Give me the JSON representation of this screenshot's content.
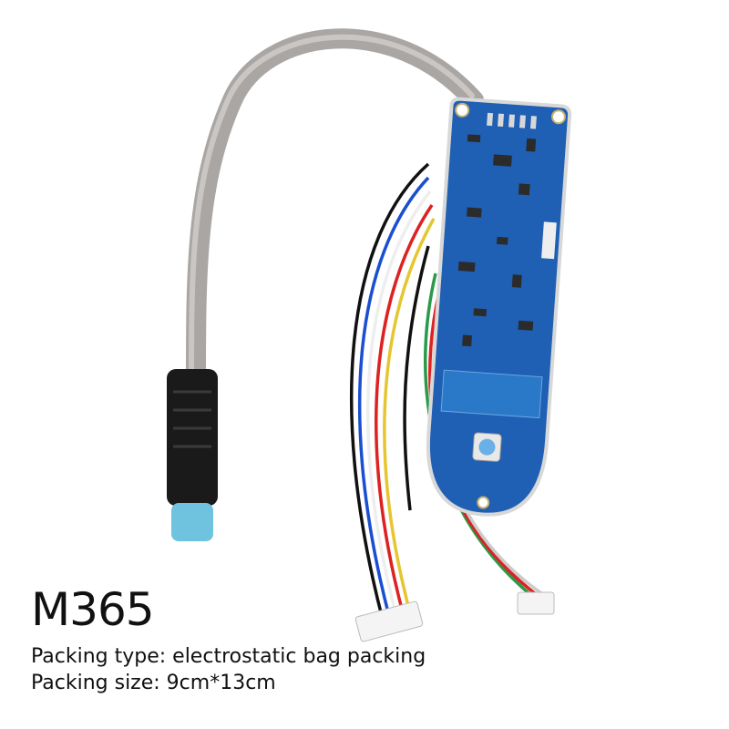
{
  "product": {
    "model": "M365",
    "packing_type": "Packing type: electrostatic bag packing",
    "packing_size": "Packing size: 9cm*13cm"
  },
  "colors": {
    "cable": "#a9a6a3",
    "board": "#1f5fb4",
    "connector_body": "#1a1a1a",
    "connector_tip": "#6fc3de"
  }
}
